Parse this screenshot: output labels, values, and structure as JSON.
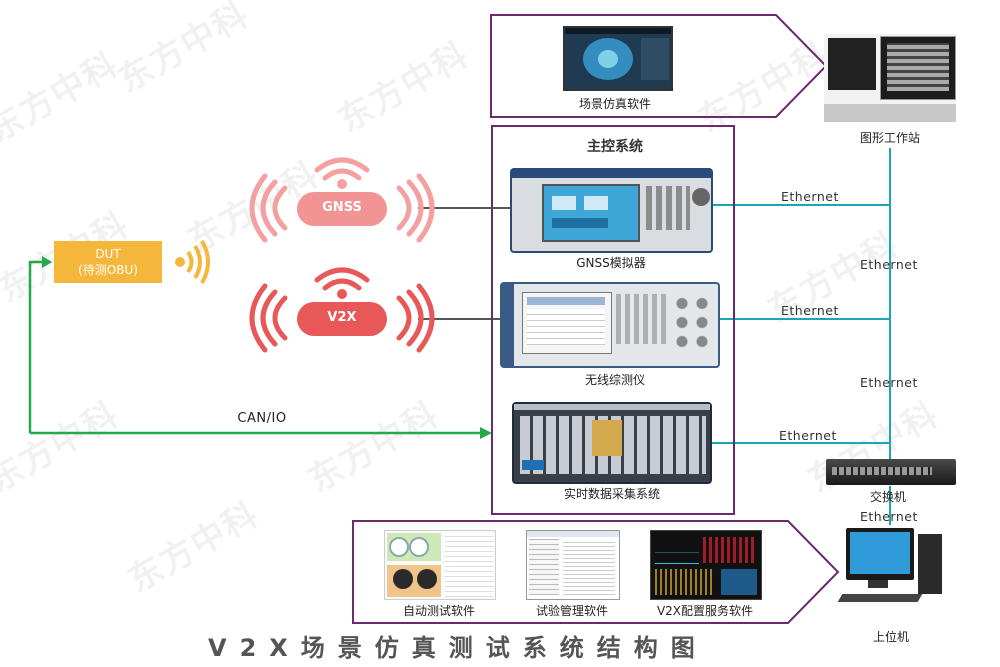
{
  "watermark": "东方中科",
  "title": "V2X场景仿真测试系统结构图",
  "dut": {
    "line1": "DUT",
    "line2": "(待测OBU)"
  },
  "signals": {
    "gnss": "GNSS",
    "v2x": "V2X"
  },
  "can_io": "CAN/IO",
  "main_control": {
    "title": "主控系统",
    "gnss_simulator": "GNSS模拟器",
    "wireless_tester": "无线综测仪",
    "daq_system": "实时数据采集系统"
  },
  "scene_software": "场景仿真软件",
  "graphics_workstation": "图形工作站",
  "switch": "交换机",
  "host": "上位机",
  "ethernet": "Ethernet",
  "software": {
    "auto_test": "自动测试软件",
    "test_mgmt": "试验管理软件",
    "v2x_config": "V2X配置服务软件"
  },
  "colors": {
    "frame": "#6b2a6e",
    "ethernet_line": "#1aa6b7",
    "can_line": "#26a84a",
    "gnss_wave": "#f08a8a",
    "v2x_wave": "#e85858",
    "dut_box": "#f5b73b"
  }
}
